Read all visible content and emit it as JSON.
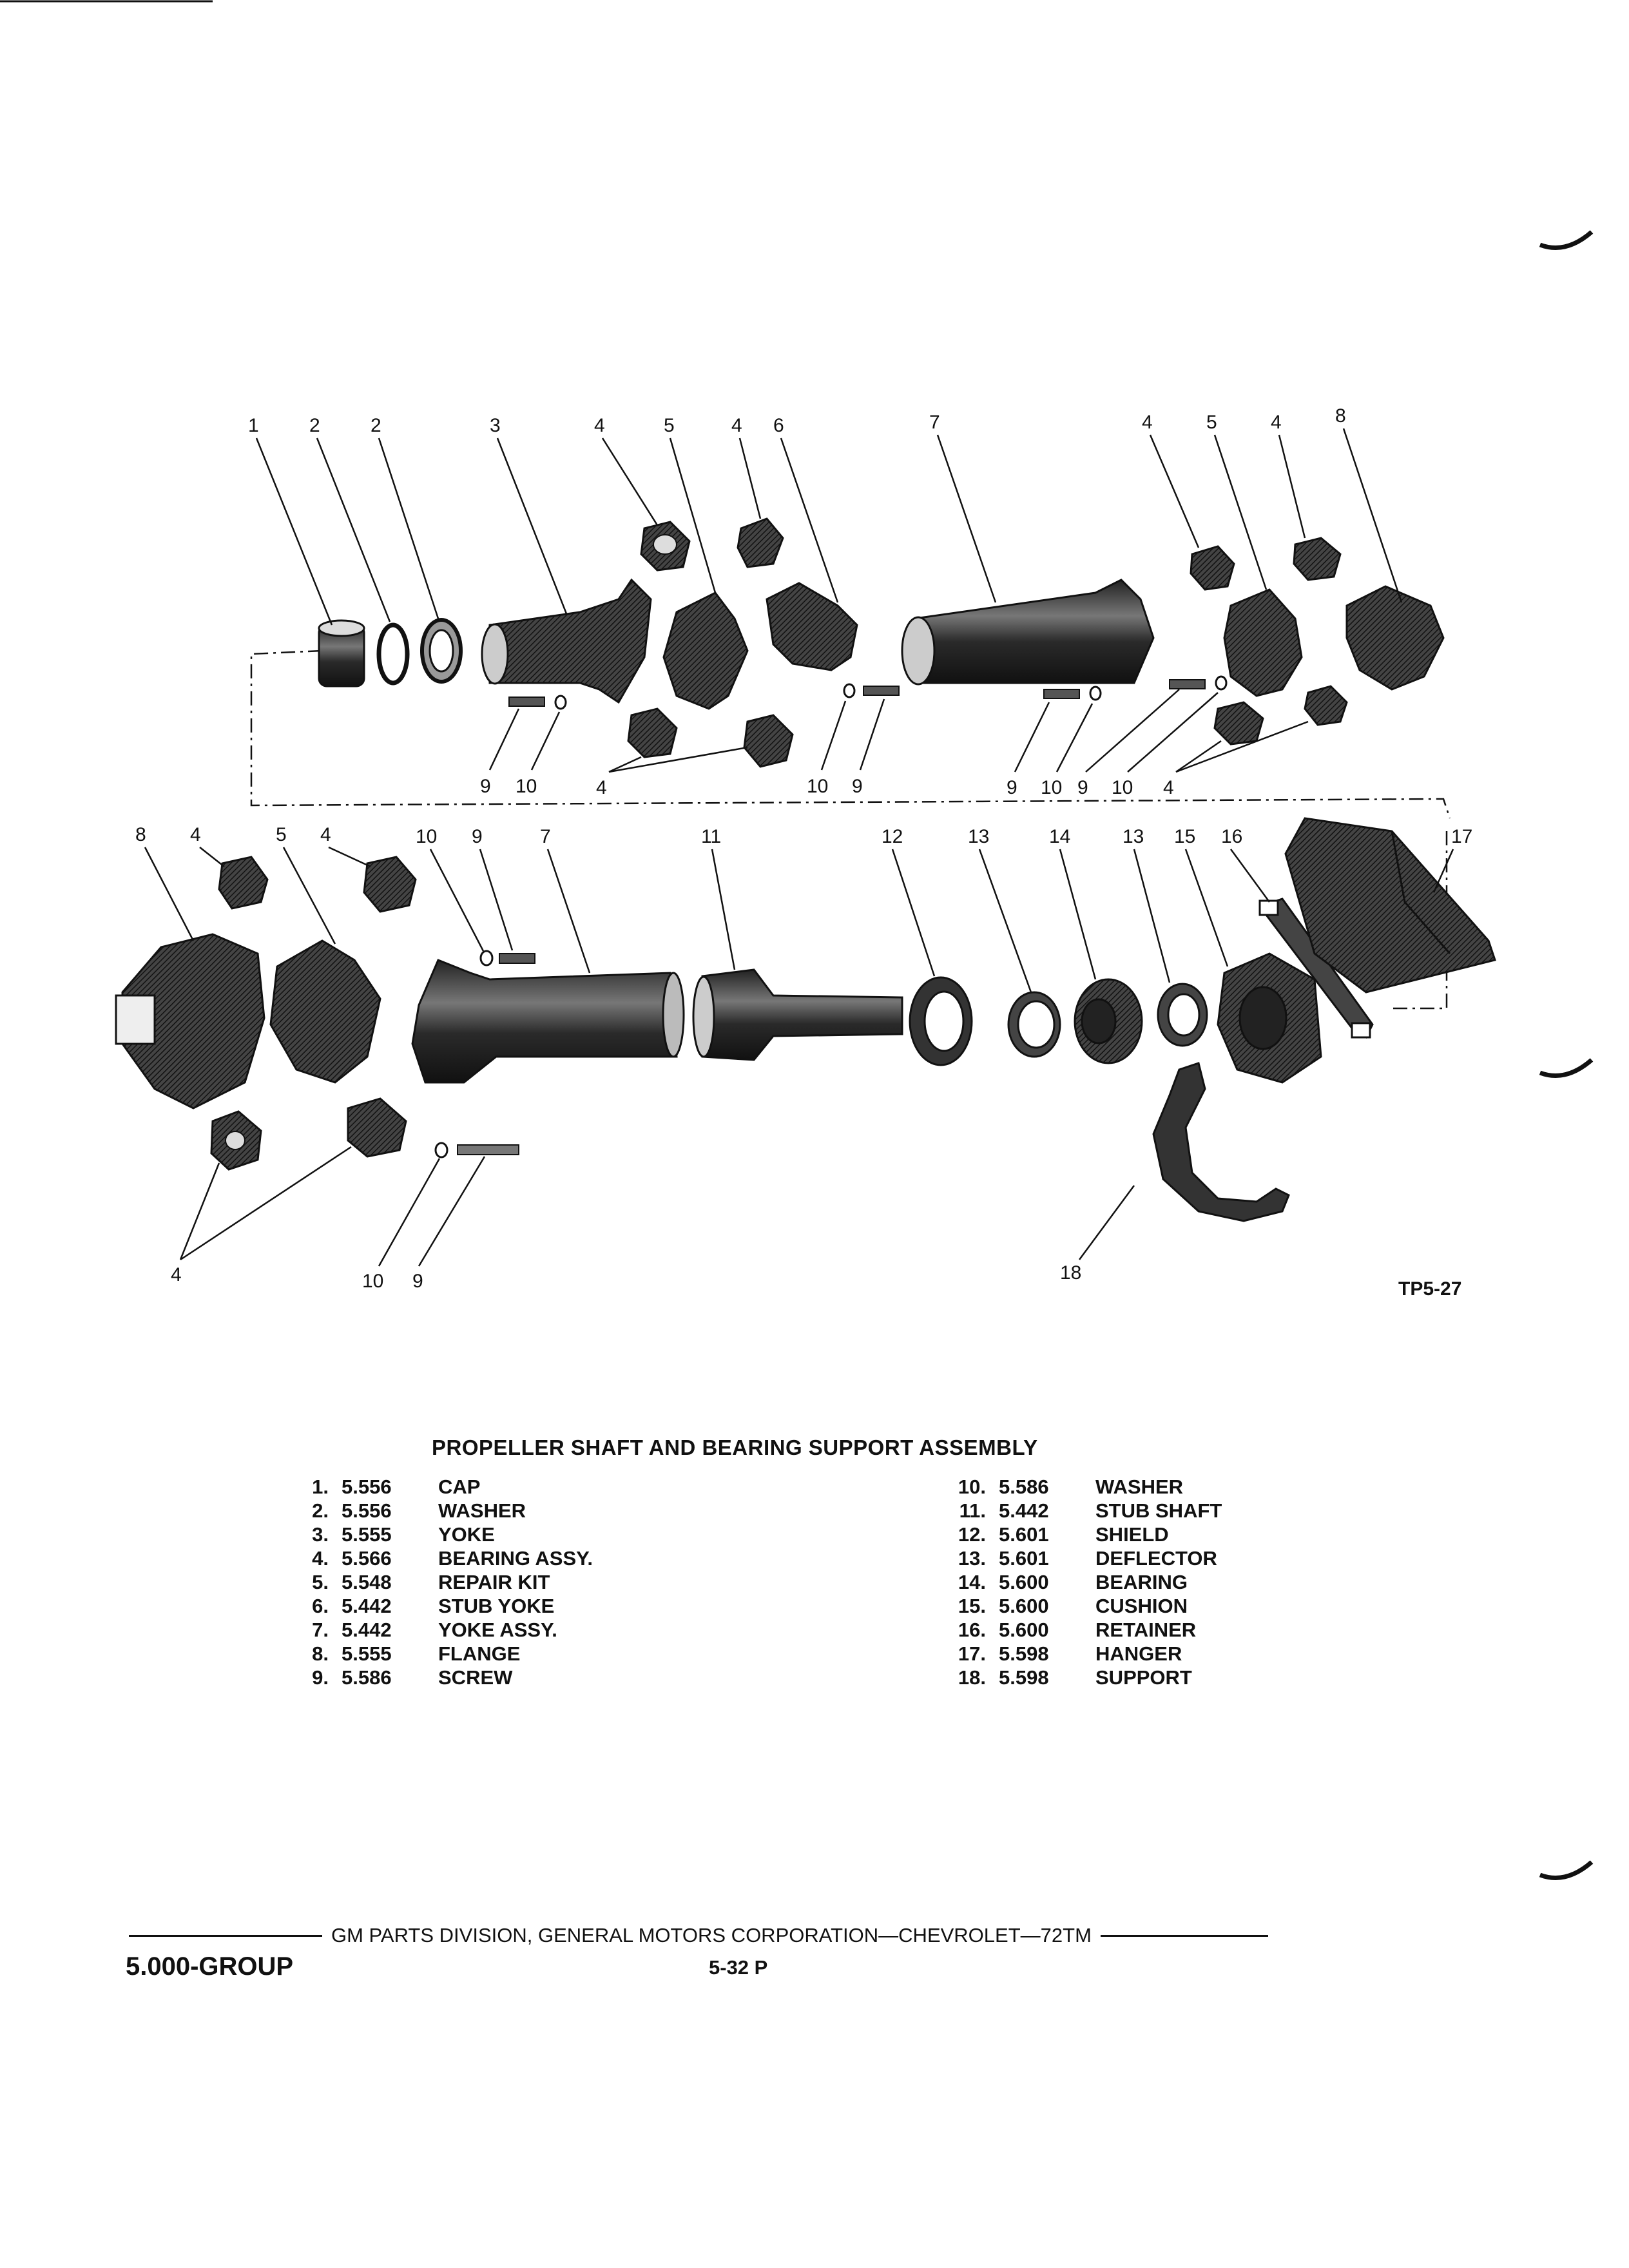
{
  "diagram": {
    "id_label": "TP5-27",
    "callouts": [
      {
        "key": "top-1",
        "text": "1"
      },
      {
        "key": "top-2a",
        "text": "2"
      },
      {
        "key": "top-2b",
        "text": "2"
      },
      {
        "key": "top-3",
        "text": "3"
      },
      {
        "key": "top-4a",
        "text": "4"
      },
      {
        "key": "top-5a",
        "text": "5"
      },
      {
        "key": "top-4b",
        "text": "4"
      },
      {
        "key": "top-6",
        "text": "6"
      },
      {
        "key": "top-7",
        "text": "7"
      },
      {
        "key": "top-4c",
        "text": "4"
      },
      {
        "key": "top-5b",
        "text": "5"
      },
      {
        "key": "top-4d",
        "text": "4"
      },
      {
        "key": "top-8",
        "text": "8"
      },
      {
        "key": "mid-9a",
        "text": "9"
      },
      {
        "key": "mid-10a",
        "text": "10"
      },
      {
        "key": "mid-4a",
        "text": "4"
      },
      {
        "key": "mid-10b",
        "text": "10"
      },
      {
        "key": "mid-9b",
        "text": "9"
      },
      {
        "key": "mid-9c",
        "text": "9"
      },
      {
        "key": "mid-10c",
        "text": "10"
      },
      {
        "key": "mid-9d",
        "text": "9"
      },
      {
        "key": "mid-10d",
        "text": "10"
      },
      {
        "key": "mid-4b",
        "text": "4"
      },
      {
        "key": "bot-8",
        "text": "8"
      },
      {
        "key": "bot-4a",
        "text": "4"
      },
      {
        "key": "bot-5",
        "text": "5"
      },
      {
        "key": "bot-4b",
        "text": "4"
      },
      {
        "key": "bot-10",
        "text": "10"
      },
      {
        "key": "bot-9",
        "text": "9"
      },
      {
        "key": "bot-7",
        "text": "7"
      },
      {
        "key": "bot-11",
        "text": "11"
      },
      {
        "key": "bot-12",
        "text": "12"
      },
      {
        "key": "bot-13a",
        "text": "13"
      },
      {
        "key": "bot-14",
        "text": "14"
      },
      {
        "key": "bot-13b",
        "text": "13"
      },
      {
        "key": "bot-15",
        "text": "15"
      },
      {
        "key": "bot-16",
        "text": "16"
      },
      {
        "key": "bot-17",
        "text": "17"
      },
      {
        "key": "low-4",
        "text": "4"
      },
      {
        "key": "low-10",
        "text": "10"
      },
      {
        "key": "low-9",
        "text": "9"
      },
      {
        "key": "low-18",
        "text": "18"
      }
    ]
  },
  "parts_list": {
    "title": "PROPELLER SHAFT AND BEARING SUPPORT ASSEMBLY",
    "left": [
      {
        "num": "1.",
        "group": "5.556",
        "desc": "CAP"
      },
      {
        "num": "2.",
        "group": "5.556",
        "desc": "WASHER"
      },
      {
        "num": "3.",
        "group": "5.555",
        "desc": "YOKE"
      },
      {
        "num": "4.",
        "group": "5.566",
        "desc": "BEARING ASSY."
      },
      {
        "num": "5.",
        "group": "5.548",
        "desc": "REPAIR KIT"
      },
      {
        "num": "6.",
        "group": "5.442",
        "desc": "STUB YOKE"
      },
      {
        "num": "7.",
        "group": "5.442",
        "desc": "YOKE ASSY."
      },
      {
        "num": "8.",
        "group": "5.555",
        "desc": "FLANGE"
      },
      {
        "num": "9.",
        "group": "5.586",
        "desc": "SCREW"
      }
    ],
    "right": [
      {
        "num": "10.",
        "group": "5.586",
        "desc": "WASHER"
      },
      {
        "num": "11.",
        "group": "5.442",
        "desc": "STUB SHAFT"
      },
      {
        "num": "12.",
        "group": "5.601",
        "desc": "SHIELD"
      },
      {
        "num": "13.",
        "group": "5.601",
        "desc": "DEFLECTOR"
      },
      {
        "num": "14.",
        "group": "5.600",
        "desc": "BEARING"
      },
      {
        "num": "15.",
        "group": "5.600",
        "desc": "CUSHION"
      },
      {
        "num": "16.",
        "group": "5.600",
        "desc": "RETAINER"
      },
      {
        "num": "17.",
        "group": "5.598",
        "desc": "HANGER"
      },
      {
        "num": "18.",
        "group": "5.598",
        "desc": "SUPPORT"
      }
    ]
  },
  "footer": {
    "publisher": "GM PARTS DIVISION, GENERAL MOTORS CORPORATION—CHEVROLET—72TM",
    "section": "5.000-GROUP",
    "page": "5-32 P"
  }
}
